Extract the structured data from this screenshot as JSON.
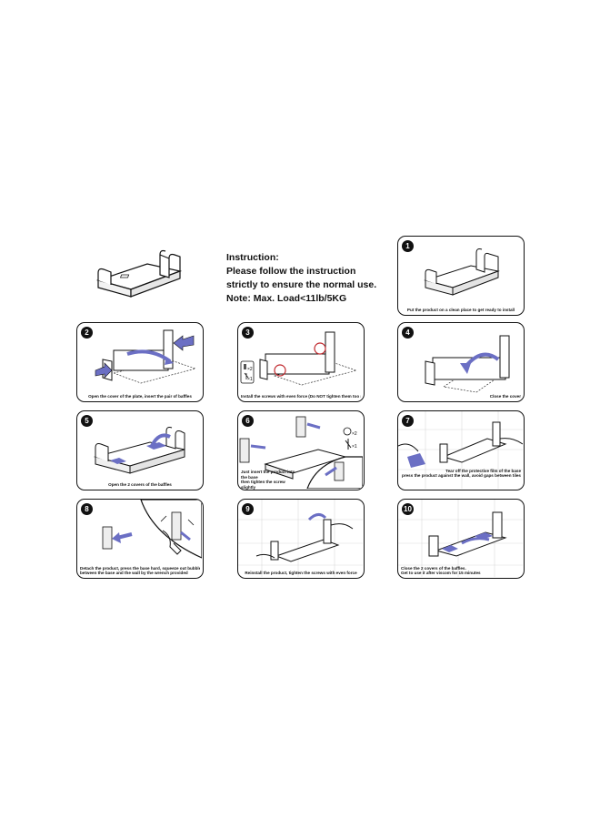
{
  "instruction": {
    "heading": "Instruction:",
    "line1": "Please follow the instruction",
    "line2": "strictly to ensure the normal use.",
    "note": "Note: Max. Load<11lb/5KG"
  },
  "steps": [
    {
      "num": "1",
      "caption": "Put the product on a clean place to get ready to install"
    },
    {
      "num": "2",
      "caption": "Open the cover of the plate, insert the pair of baffles"
    },
    {
      "num": "3",
      "caption": "Install the screws with even force (Do NOT tighten them too much)",
      "qty_a": "×2",
      "qty_b": "×1"
    },
    {
      "num": "4",
      "caption": "Close the cover"
    },
    {
      "num": "5",
      "caption": "Open the 2 covers of the baffles"
    },
    {
      "num": "6",
      "caption_line1": "Just insert the product into the base",
      "caption_line2": "then tighten the screw slightly",
      "qty_a": "×2",
      "qty_b": "×1"
    },
    {
      "num": "7",
      "caption_line1": "Tear off the protective film of the base",
      "caption_line2": "press the product against the wall, avoid gaps between tiles"
    },
    {
      "num": "8",
      "caption_line1": "Detach the product, press the base hard, squeeze out bubbles",
      "caption_line2": "between the base and the wall by the wrench provided"
    },
    {
      "num": "9",
      "caption": "Reinstall the product, tighten the screws with even force"
    },
    {
      "num": "10",
      "caption_line1": "Close the 2 covers of the baffles.",
      "caption_line2": "Get to use it after viscom for 15 minutes"
    }
  ],
  "colors": {
    "accent": "#6b6fc4",
    "dark": "#111111",
    "red": "#c0282d",
    "tile": "#d9d9d9"
  }
}
